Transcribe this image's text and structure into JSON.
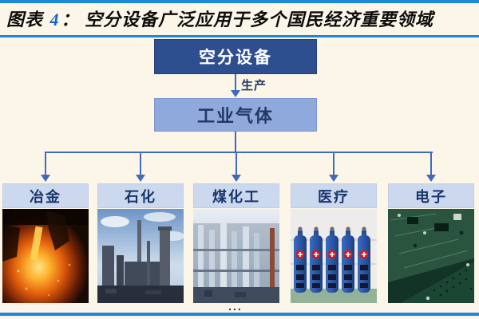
{
  "header": {
    "title_prefix": "图表 ",
    "title_number": "4",
    "title_colon": "： ",
    "title_text": "空分设备广泛应用于多个国民经济重要领域"
  },
  "flowchart": {
    "root_label": "空分设备",
    "edge_label": "生产",
    "intermediate_label": "工业气体",
    "categories": [
      {
        "label": "冶金",
        "photo": "molten-steel-pouring"
      },
      {
        "label": "石化",
        "photo": "petrochemical-refinery-towers"
      },
      {
        "label": "煤化工",
        "photo": "coal-chemical-plant-columns"
      },
      {
        "label": "医疗",
        "photo": "blue-medical-gas-cylinders"
      },
      {
        "label": "电子",
        "photo": "green-circuit-boards"
      }
    ],
    "ellipsis": "..."
  },
  "colors": {
    "background": "#fcf6e9",
    "accent_line_blue": "#1d87d8",
    "root_box": "#2d4e8f",
    "intermediate_box": "#8fa9dd",
    "category_box": "#ccd8ee",
    "navy_text": "#1f3864",
    "arrow_blue": "#3e6cba",
    "title_number_blue": "#1565c8"
  }
}
